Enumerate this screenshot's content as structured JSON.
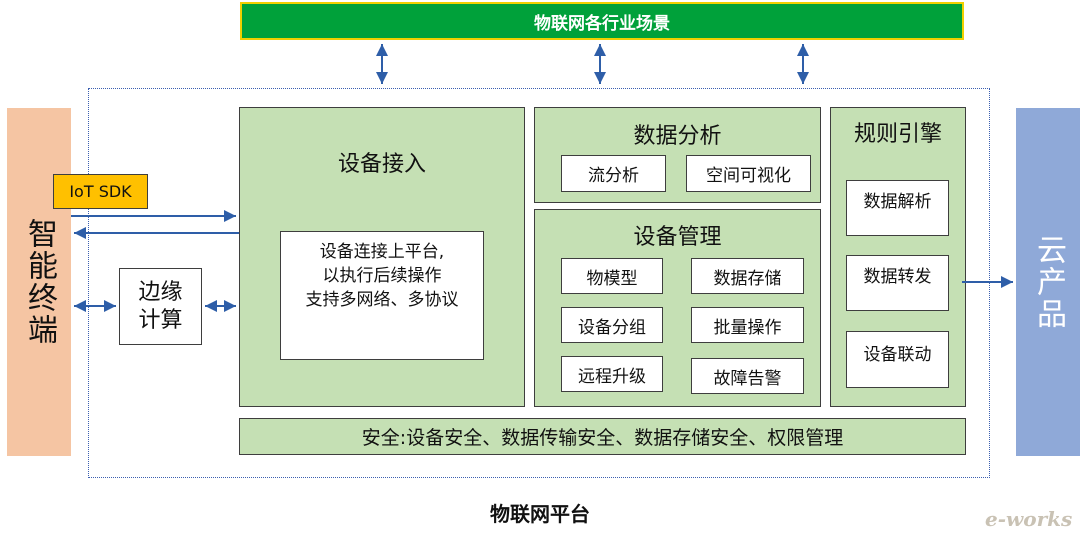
{
  "top_bar": "物联网各行业场景",
  "left_side": "智能终端",
  "right_side": "云产品",
  "iot_sdk": "IoT SDK",
  "edge": {
    "line1": "边缘",
    "line2": "计算"
  },
  "device_access": {
    "title": "设备接入",
    "desc": [
      "设备连接上平台,",
      "以执行后续操作",
      "支持多网络、多协议"
    ]
  },
  "data_analysis": {
    "title": "数据分析",
    "items": [
      "流分析",
      "空间可视化"
    ]
  },
  "device_mgmt": {
    "title": "设备管理",
    "items": [
      "物模型",
      "数据存储",
      "设备分组",
      "批量操作",
      "远程升级",
      "故障告警"
    ]
  },
  "rules_engine": {
    "title": "规则引擎",
    "items": [
      "数据解析",
      "数据转发",
      "设备联动"
    ]
  },
  "security": "安全:设备安全、数据传输安全、数据存储安全、权限管理",
  "platform_label": "物联网平台",
  "logo": "e-works",
  "colors": {
    "green": "#00a13a",
    "panel": "#c5e0b4",
    "left": "#f5c5a3",
    "right": "#8fa9d8",
    "sdk": "#ffc000",
    "arrow": "#2e5ea8"
  }
}
